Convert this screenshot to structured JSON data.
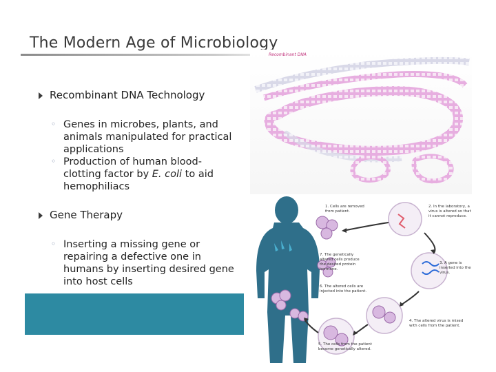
{
  "slide": {
    "title": "The Modern Age of Microbiology",
    "bullets": [
      {
        "label": "Recombinant DNA Technology",
        "subs": [
          "Genes in microbes, plants, and animals manipulated for practical applications",
          "Production of human blood-clotting factor by E. coli to aid hemophiliacs"
        ]
      },
      {
        "label": "Gene Therapy",
        "subs": [
          "Inserting a missing gene or repairing a defective one in humans by inserting desired gene into host cells"
        ]
      }
    ]
  },
  "dna_image": {
    "caption": "Recombinant DNA"
  },
  "therapy_image": {
    "steps": [
      "1. Cells are removed from patient.",
      "2. In the laboratory, a virus is altered so that it cannot reproduce.",
      "3. A gene is inserted into the virus.",
      "4. The altered virus is mixed with cells from the patient.",
      "5. The cells from the patient become genetically altered.",
      "6. The altered cells are injected into the patient.",
      "7. The genetically altered cells produce the desired protein hormone."
    ]
  },
  "colors": {
    "accent": "#2d8aa2",
    "figure": "#2f6f8a",
    "dna_pink": "#e3a2d2"
  }
}
